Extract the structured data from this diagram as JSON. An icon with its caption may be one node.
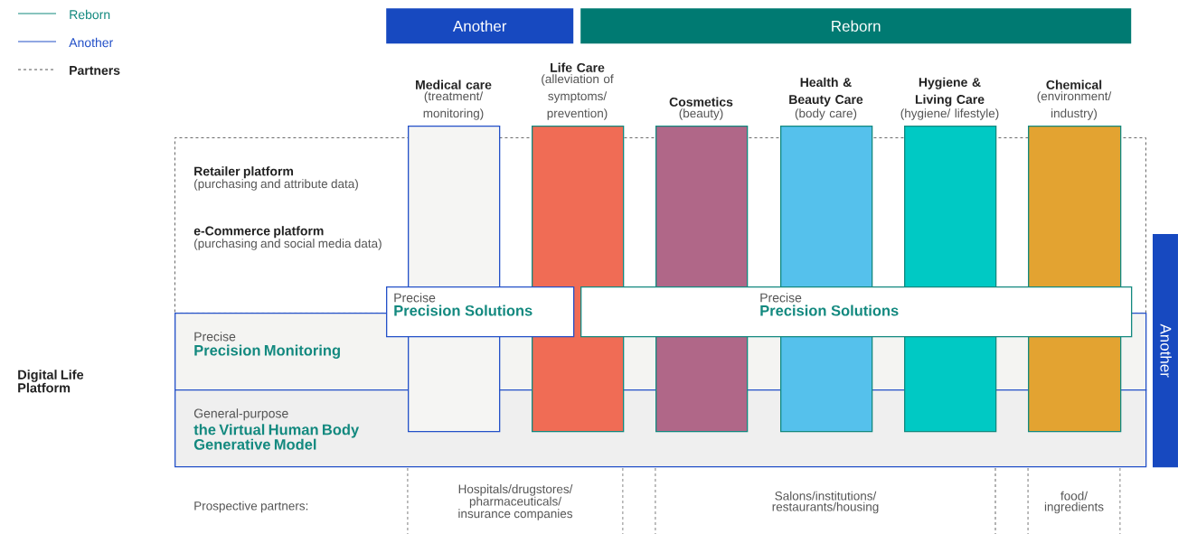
{
  "diagram": {
    "nodes": [
      {
        "text": [
          "Another"
        ]
      },
      {
        "text": [
          "Reborn"
        ]
      },
      {
        "text": [
          "Retailer platform",
          "(purchasing and attribute data)",
          "e-Commerce platform",
          "(purchasing and social media data)"
        ]
      },
      {
        "text": [
          "Precise",
          "Precision Monitoring"
        ]
      },
      {
        "text": [
          "General-purpose",
          "the Virtual Human Body Generative Model"
        ]
      },
      {
        "text": [
          "Medical care",
          "(treatment/ monitoring)"
        ]
      },
      {
        "text": [
          "Life Care",
          "(alleviation of symptoms/ prevention)"
        ]
      },
      {
        "text": [
          "Cosmetics",
          "(beauty)"
        ]
      },
      {
        "text": [
          "Health & Beauty Care",
          "(body care)"
        ]
      },
      {
        "text": [
          "Hygiene & Living Care",
          "(hygiene/ lifestyle)"
        ]
      },
      {
        "text": [
          "Chemical",
          "(environment/ industry)"
        ]
      },
      {
        "text": [
          "Precise",
          "Precision Solutions"
        ]
      },
      {
        "text": [
          "Precise",
          "Precision Solutions"
        ]
      },
      {
        "text": [
          "Another"
        ]
      }
    ],
    "labels": [
      "Digital Life Platform",
      "Prospective partners:",
      "Hospitals/drugstores/ pharmaceuticals/ insurance companies",
      "Salons/institutions/ restaurants/housing",
      "food/ ingredients"
    ],
    "legend": [
      {
        "text": "Reborn"
      },
      {
        "text": "Another"
      },
      {
        "text": "Partners"
      }
    ]
  }
}
